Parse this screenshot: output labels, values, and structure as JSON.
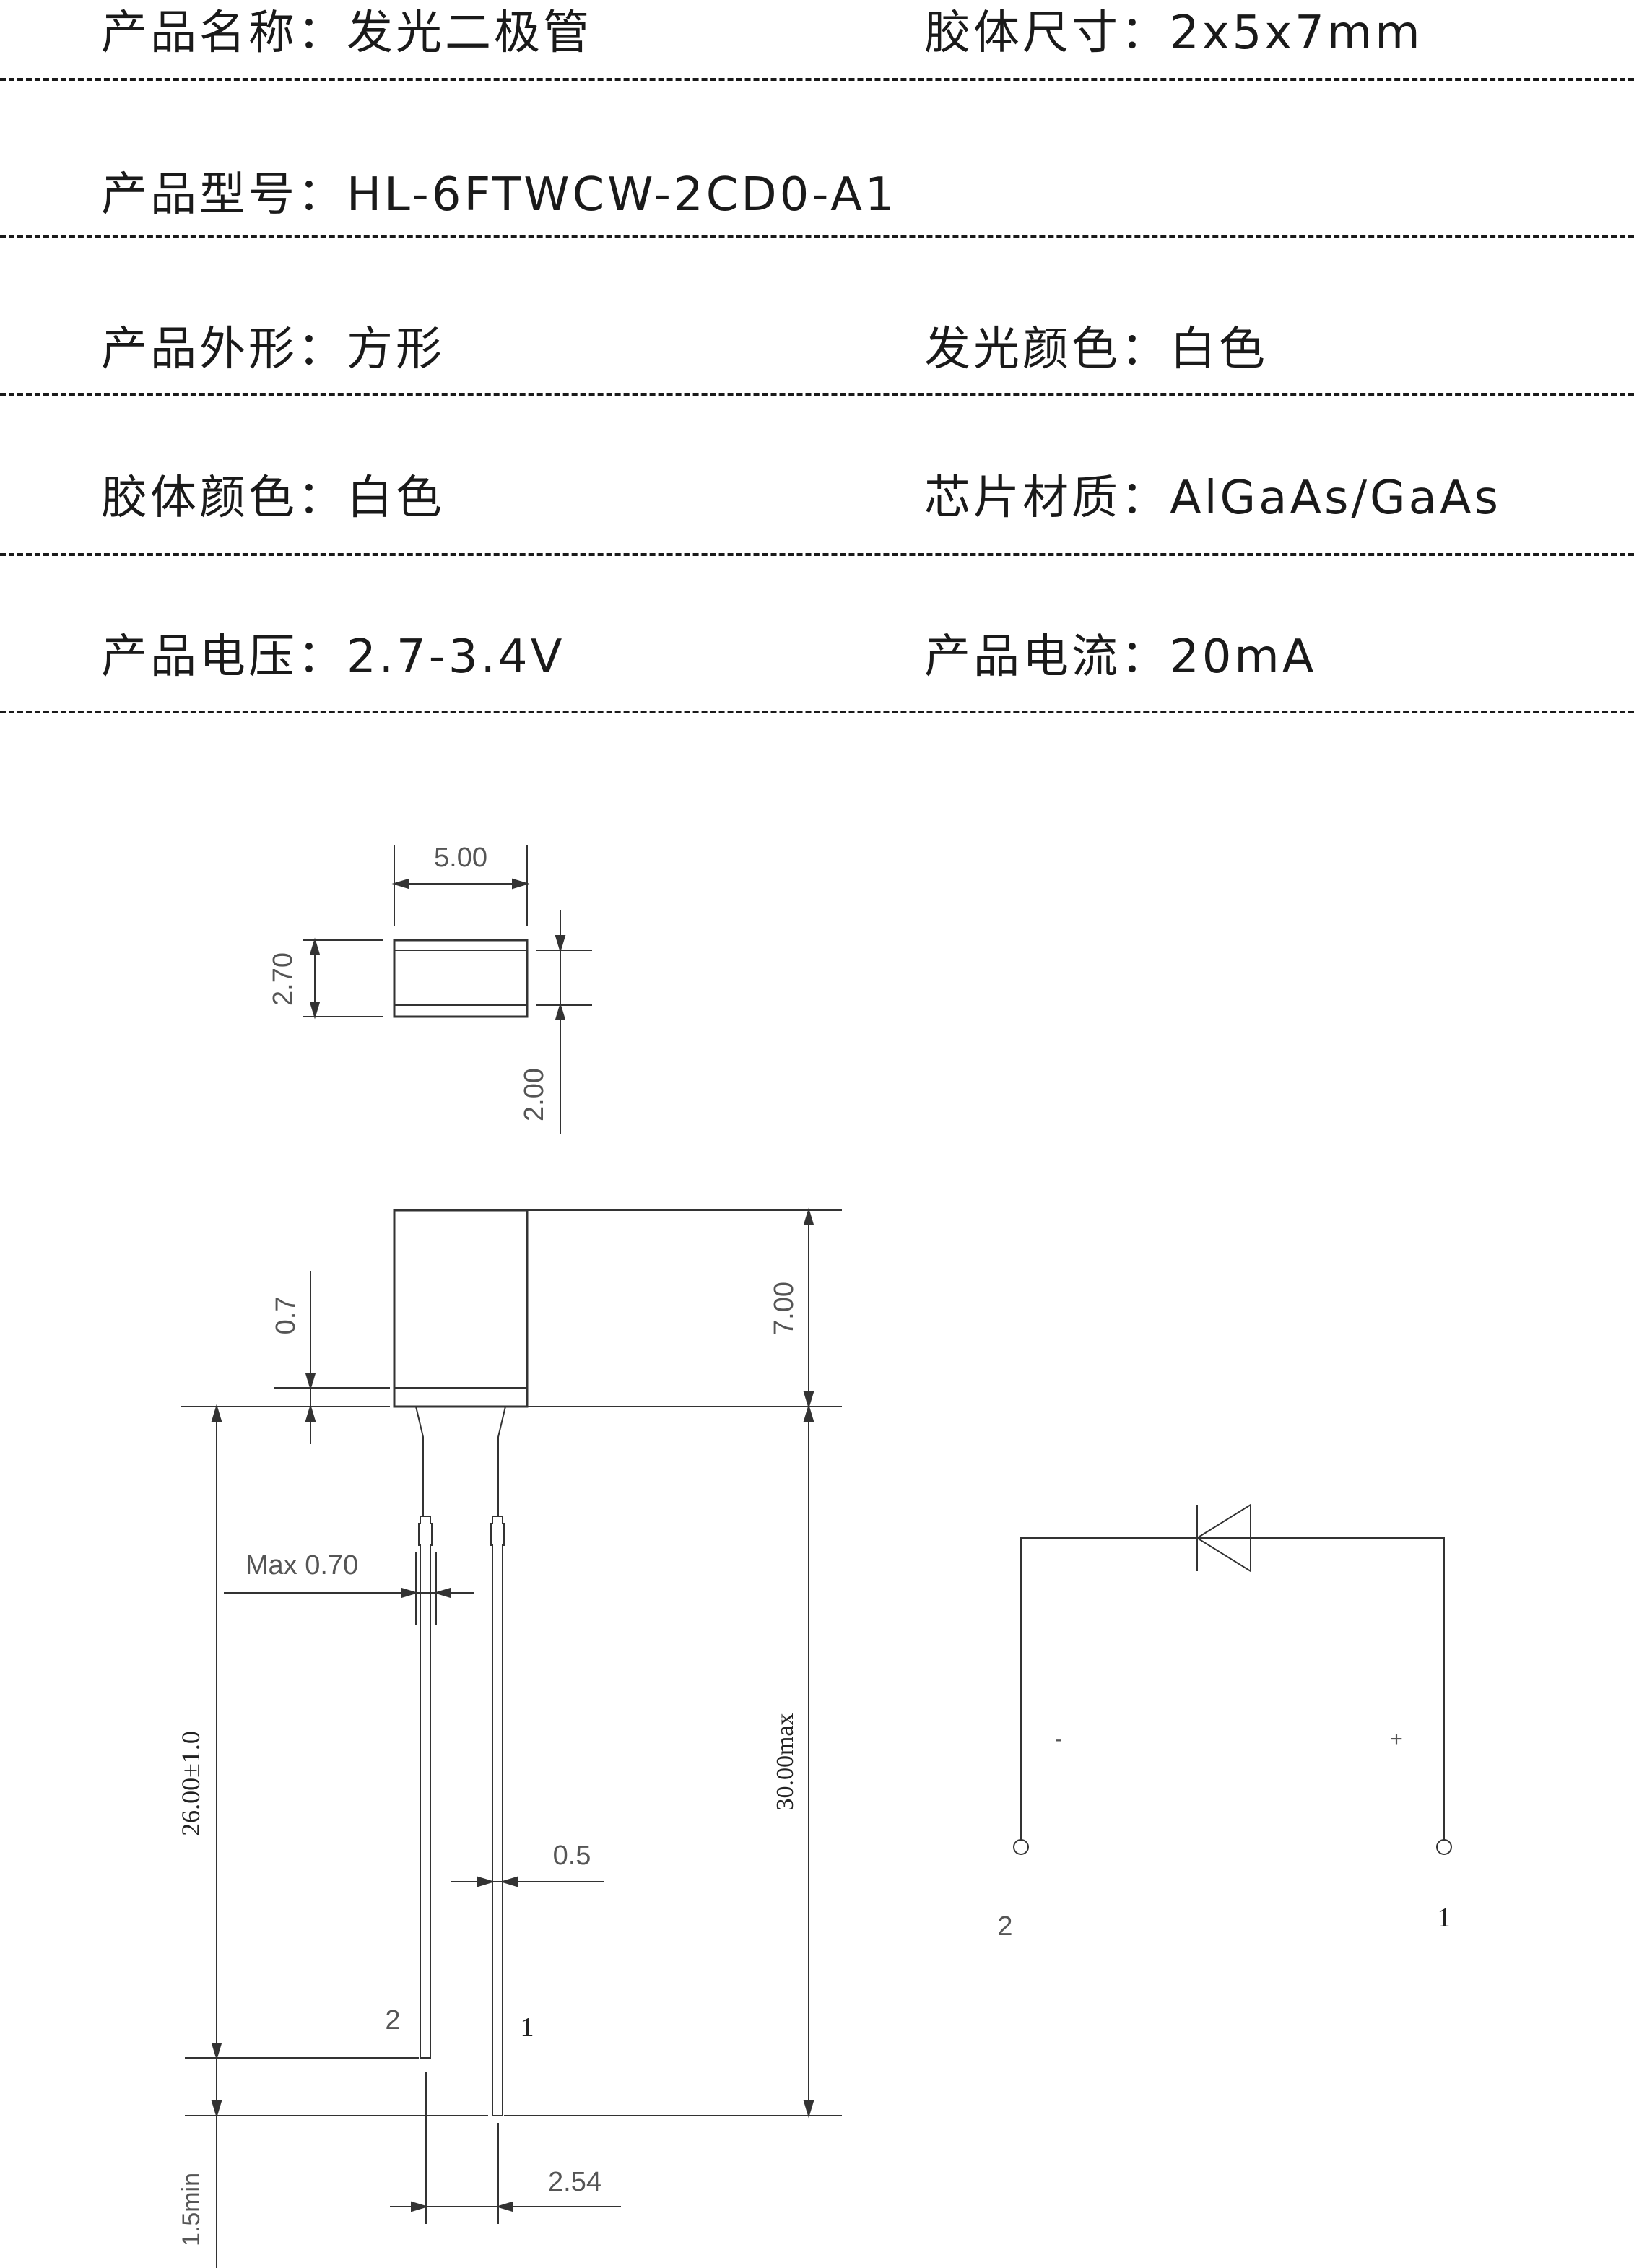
{
  "specs": {
    "name_label": "产品名称：发光二极管",
    "size_label": "胶体尺寸：2x5x7mm",
    "model_label": "产品型号：HL-6FTWCW-2CD0-A1",
    "shape_label": "产品外形：方形",
    "emit_color_label": "发光颜色：白色",
    "body_color_label": "胶体颜色：白色",
    "chip_label": "芯片材质：AlGaAs/GaAs",
    "voltage_label": "产品电压：2.7-3.4V",
    "current_label": "产品电流：20mA"
  },
  "drawing": {
    "dim_width": "5.00",
    "dim_top_height": "2.70",
    "dim_depth": "2.00",
    "dim_flange": "0.7",
    "dim_body_height": "7.00",
    "dim_lead_max": "Max 0.70",
    "dim_lead_length": "26.00±1.0",
    "dim_total_length": "30.00max",
    "dim_lead_width": "0.5",
    "dim_pitch": "2.54",
    "dim_min": "1.5min",
    "pin2_label": "2",
    "pin1_label": "1"
  },
  "schematic": {
    "minus_sign": "-",
    "plus_sign": "+",
    "pin2_label": "2",
    "pin1_label": "1"
  }
}
